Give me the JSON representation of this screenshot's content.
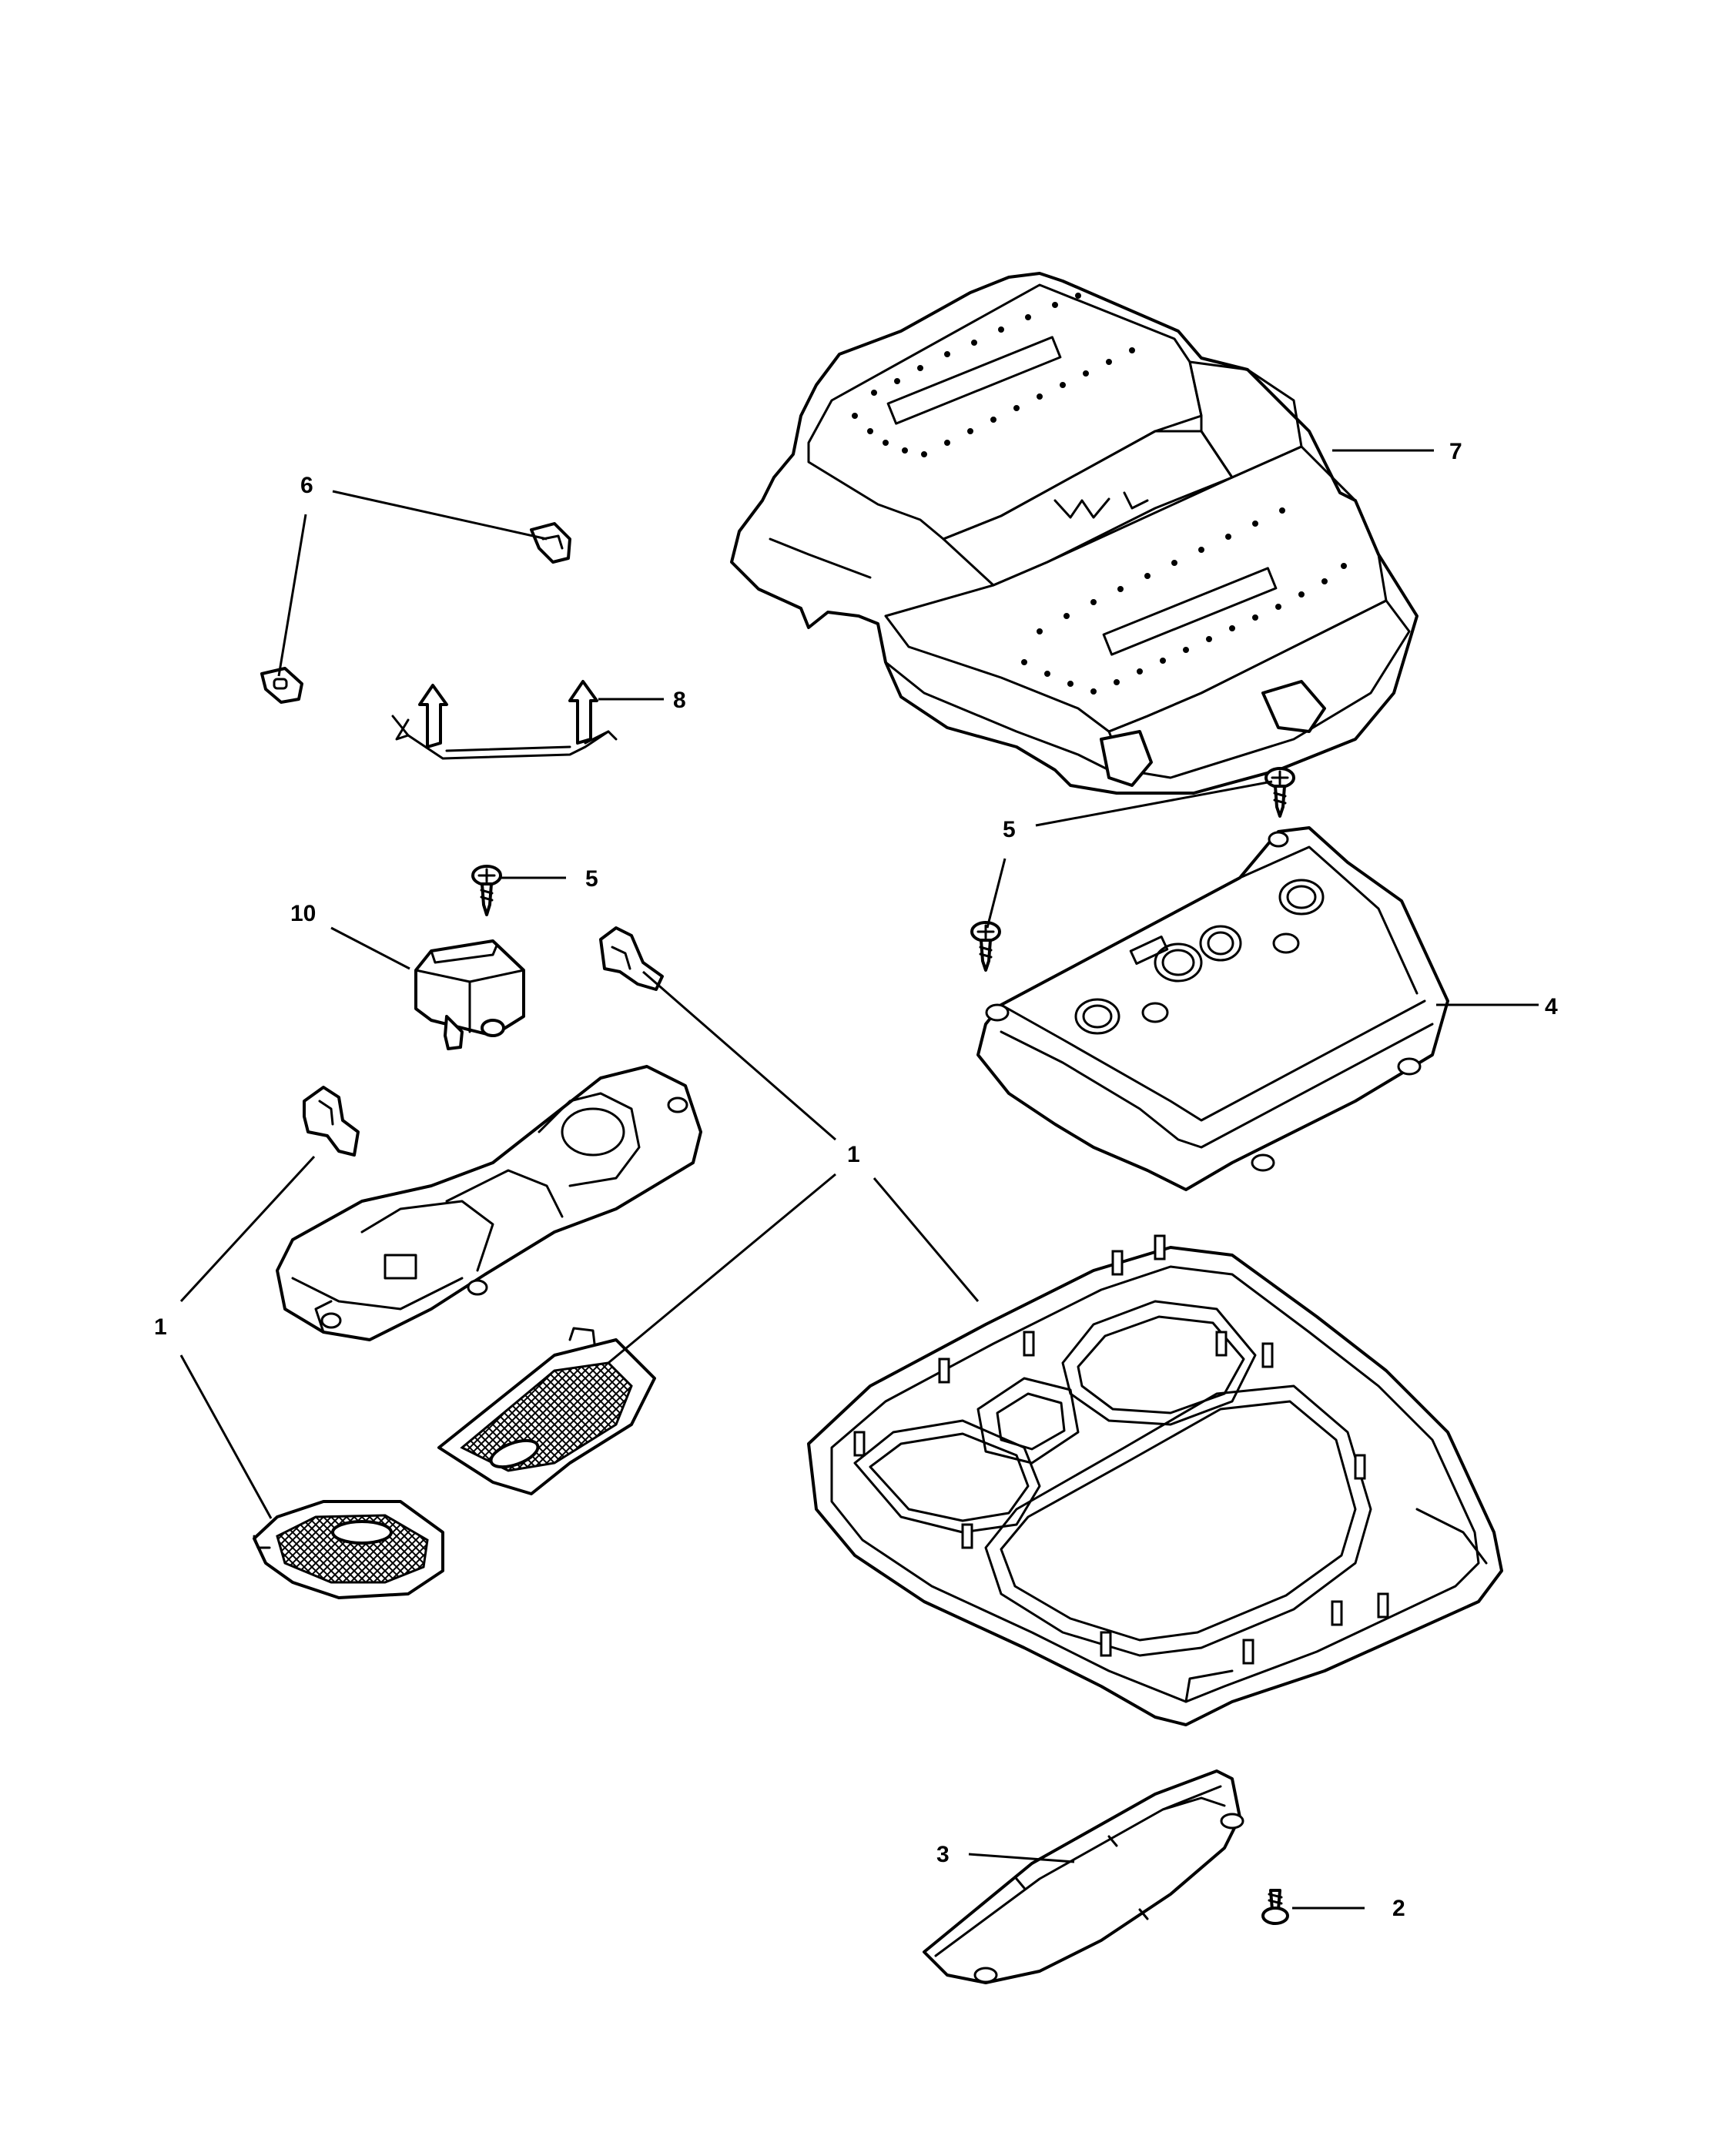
{
  "callouts": {
    "c7": "7",
    "c6": "6",
    "c8": "8",
    "c5_left": "5",
    "c5_right": "5",
    "c10": "10",
    "c4": "4",
    "c1_center": "1",
    "c1_left": "1",
    "c3": "3",
    "c2": "2"
  },
  "colors": {
    "line": "#000000",
    "background": "#ffffff"
  }
}
